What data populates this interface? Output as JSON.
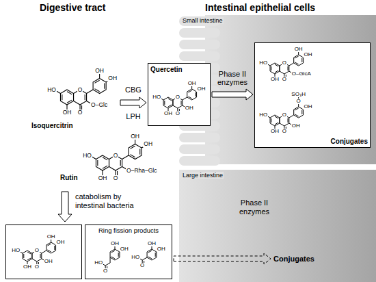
{
  "diagram": {
    "nodes": [
      {
        "text": [
          "Small intestine"
        ]
      },
      {
        "text": [
          "Large intestine"
        ]
      },
      {
        "text": [
          "Quercetin",
          "HO",
          "OH",
          "O",
          "O",
          "OH",
          "OH",
          "OH"
        ]
      },
      {
        "text": [
          "Conjugates",
          "HO",
          "OH",
          "O",
          "O",
          "O–GlcA",
          "OH",
          "OH",
          "HO",
          "OH",
          "O",
          "O",
          "OH",
          "O",
          "OH",
          "SO₃H"
        ],
        "in": 0
      },
      {
        "text": [
          "HO",
          "OH",
          "O",
          "O",
          "OH",
          "OH",
          "OH"
        ]
      },
      {
        "text": [
          "Ring fission products",
          "HO",
          "O",
          "OH",
          "OH",
          "HO",
          "O",
          "OH",
          "OH"
        ]
      }
    ],
    "edges": [
      {
        "from": 2,
        "to": 3,
        "arrow": "to",
        "label": "Phase II enzymes"
      }
    ],
    "labels": [
      "Digestive tract",
      "Intestinal epithelial cells",
      "Isoquercitrin",
      "HO",
      "OH",
      "O",
      "O",
      "O–Glc",
      "OH",
      "OH",
      "Rutin",
      "HO",
      "OH",
      "O",
      "O",
      "O–Rha–Glc",
      "OH",
      "OH",
      "CBG",
      "LPH",
      "catabolism by intestinal bacteria",
      "Phase II enzymes",
      "Conjugates"
    ]
  }
}
